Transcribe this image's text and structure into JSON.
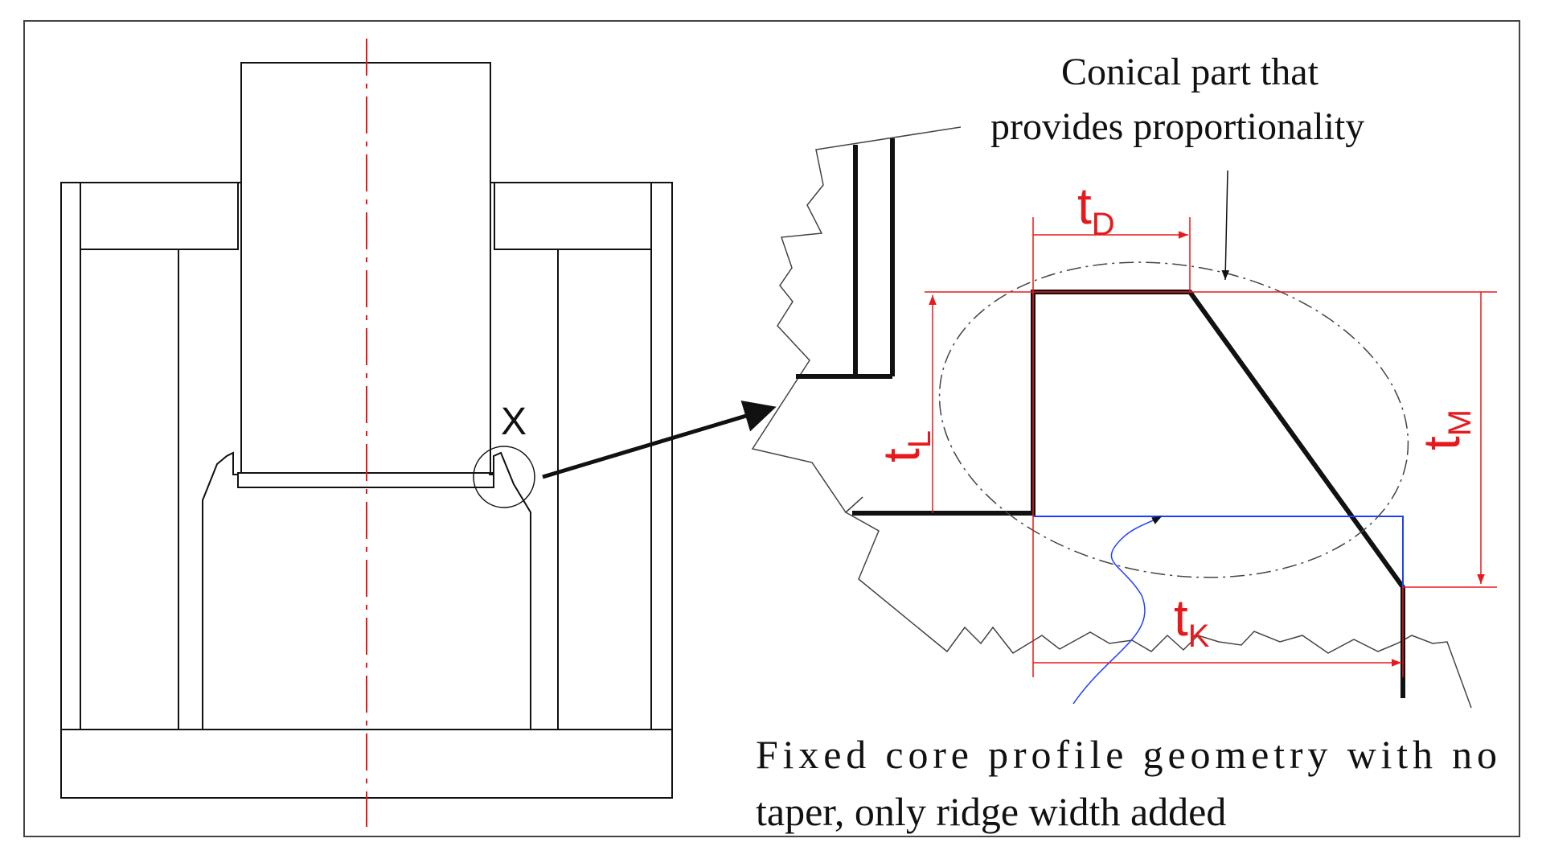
{
  "detail_marker": "X",
  "annotations": {
    "conical_line1": "Conical part that",
    "conical_line2": "provides proportionality",
    "fixed_line1": "Fixed core profile geometry with no",
    "fixed_line2": "taper, only ridge width added"
  },
  "dimensions": {
    "tD": {
      "main": "t",
      "sub": "D"
    },
    "tL": {
      "main": "t",
      "sub": "L"
    },
    "tM": {
      "main": "t",
      "sub": "M"
    },
    "tK": {
      "main": "t",
      "sub": "K"
    }
  },
  "colors": {
    "line": "#111111",
    "dimension": "#e8191c",
    "core_profile": "#1f3fff",
    "centerline": "#e8191c"
  }
}
